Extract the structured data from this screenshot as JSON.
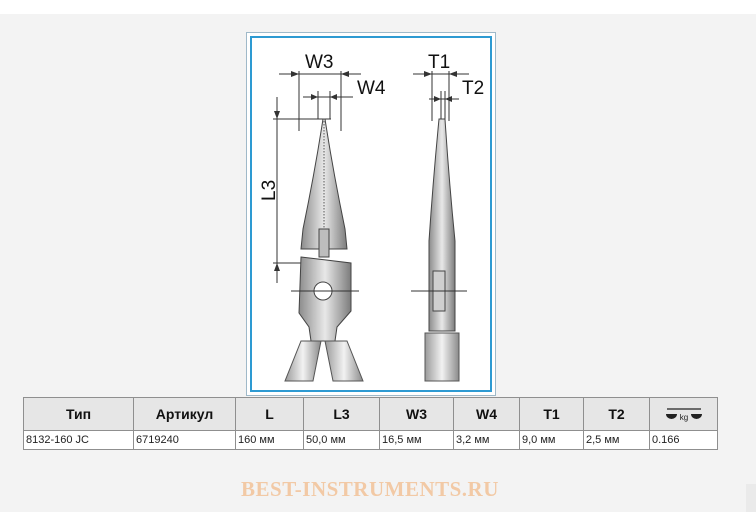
{
  "drawing": {
    "labels": {
      "w3": "W3",
      "w4": "W4",
      "l3": "L3",
      "t1": "T1",
      "t2": "T2"
    },
    "frame_color": "#2d9ad2"
  },
  "table": {
    "headers": [
      "Тип",
      "Артикул",
      "L",
      "L3",
      "W3",
      "W4",
      "T1",
      "T2"
    ],
    "weight_icon": "scale-weight-icon",
    "weight_icon_label": "kg",
    "row": [
      "8132-160 JC",
      "6719240",
      "160 мм",
      "50,0 мм",
      "16,5 мм",
      "3,2 мм",
      "9,0 мм",
      "2,5 мм",
      "0.166"
    ]
  },
  "watermark": "BEST-INSTRUMENTS.RU"
}
